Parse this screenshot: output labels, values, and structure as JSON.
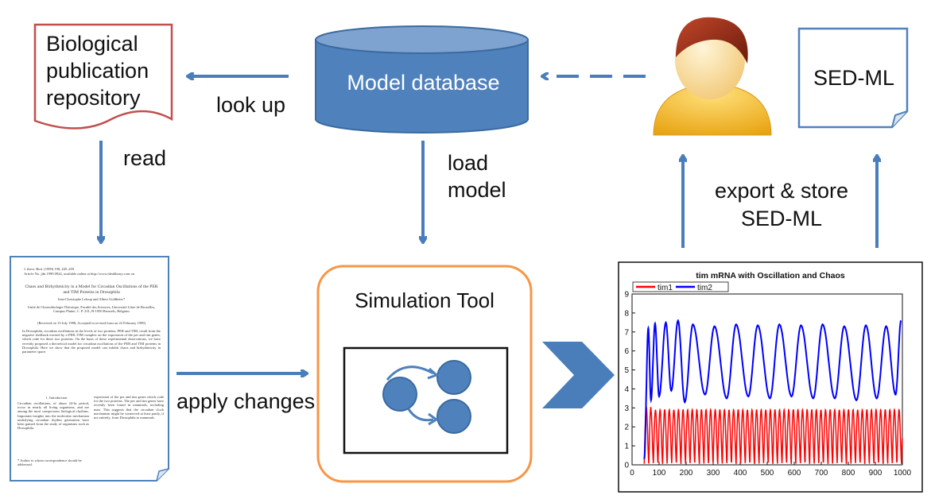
{
  "nodes": {
    "repository": "Biological publication repository",
    "database": "Model database",
    "simulation_tool": "Simulation Tool",
    "sedml": "SED-ML"
  },
  "edges": {
    "look_up": "look up",
    "read": "read",
    "load_model": "load model",
    "apply_changes": "apply changes",
    "export_store": "export & store SED-ML"
  },
  "paper": {
    "journal": "J. theor. Biol. (1999) 198, 445–459",
    "article": "Article No. jtbi.1999.0924, available online at http://www.idealibrary.com on",
    "title": "Chaos and Birhythmicity in a Model for Circadian Oscillations of the PER and TIM Proteins in Drosophila",
    "authors": "Jean-Christophe Leloup and Albert Goldbeter*",
    "affiliation": "Unité de Chronobiologie Théorique, Faculté des Sciences, Université Libre de Bruxelles, Campus Plaine, C. P. 231, B-1050 Brussels, Belgium",
    "received": "(Received on 13 July 1998, Accepted in revised form on 22 February 1999)",
    "abstract": "In Drosophila, circadian oscillations in the levels of two proteins, PER and TIM, result from the negative feedback exerted by a PER–TIM complex on the expression of the per and tim genes, which code for these two proteins. On the basis of these experimental observations, we have recently proposed a theoretical model for circadian oscillations of the PER and TIM proteins in Drosophila. Here we show that the proposed model can exhibit chaos and birhythmicity in parameter space.",
    "section": "1. Introduction",
    "col1": "Circadian oscillations, of about 24-hr period, occur in nearly all living organisms, and are among the most conspicuous biological rhythms. Important insights into the molecular mechanism underlying circadian rhythm generation have been gained from the study of organisms such as Drosophila.",
    "col2": "expression of the per and tim genes which code for the two proteins. The per and tim genes have recently been found in mammals, including man. This suggests that the circadian clock mechanism might be conserved at least partly, if not entirely, from Drosophila to mammals.",
    "footnote": "* Author to whom correspondence should be addressed."
  },
  "chart_data": {
    "type": "line",
    "title": "tim mRNA with Oscillation and Chaos",
    "series": [
      {
        "name": "tim1",
        "color": "#ff0000"
      },
      {
        "name": "tim2",
        "color": "#0000ff"
      }
    ],
    "xlim": [
      0,
      1000
    ],
    "ylim": [
      0,
      9
    ],
    "xticks": [
      0,
      100,
      200,
      300,
      400,
      500,
      600,
      700,
      800,
      900,
      1000
    ],
    "yticks": [
      0,
      1,
      2,
      3,
      4,
      5,
      6,
      7,
      8,
      9
    ],
    "tim1_range": [
      0.05,
      2.9
    ],
    "tim1_period": 17,
    "tim2_peaks": [
      [
        85,
        7.45
      ],
      [
        125,
        7.5
      ],
      [
        170,
        7.6
      ],
      [
        225,
        7.4
      ],
      [
        305,
        7.3
      ],
      [
        385,
        7.4
      ],
      [
        465,
        7.35
      ],
      [
        545,
        7.4
      ],
      [
        625,
        7.35
      ],
      [
        705,
        7.4
      ],
      [
        785,
        7.3
      ],
      [
        865,
        7.35
      ],
      [
        940,
        7.3
      ],
      [
        995,
        7.6
      ]
    ],
    "tim2_troughs": [
      [
        100,
        3.6
      ],
      [
        145,
        3.9
      ],
      [
        195,
        3.3
      ],
      [
        270,
        3.7
      ],
      [
        350,
        3.5
      ],
      [
        430,
        3.6
      ],
      [
        510,
        3.5
      ],
      [
        590,
        3.6
      ],
      [
        670,
        3.5
      ],
      [
        750,
        3.5
      ],
      [
        830,
        3.4
      ],
      [
        905,
        3.5
      ],
      [
        975,
        3.7
      ]
    ]
  },
  "colors": {
    "arrow": "#4a7ebb",
    "database": "#4f81bd",
    "repo_border": "#c0504d",
    "doc_border": "#4f81bd",
    "sim_border": "#f79646",
    "chevron": "#4a7ebb"
  }
}
